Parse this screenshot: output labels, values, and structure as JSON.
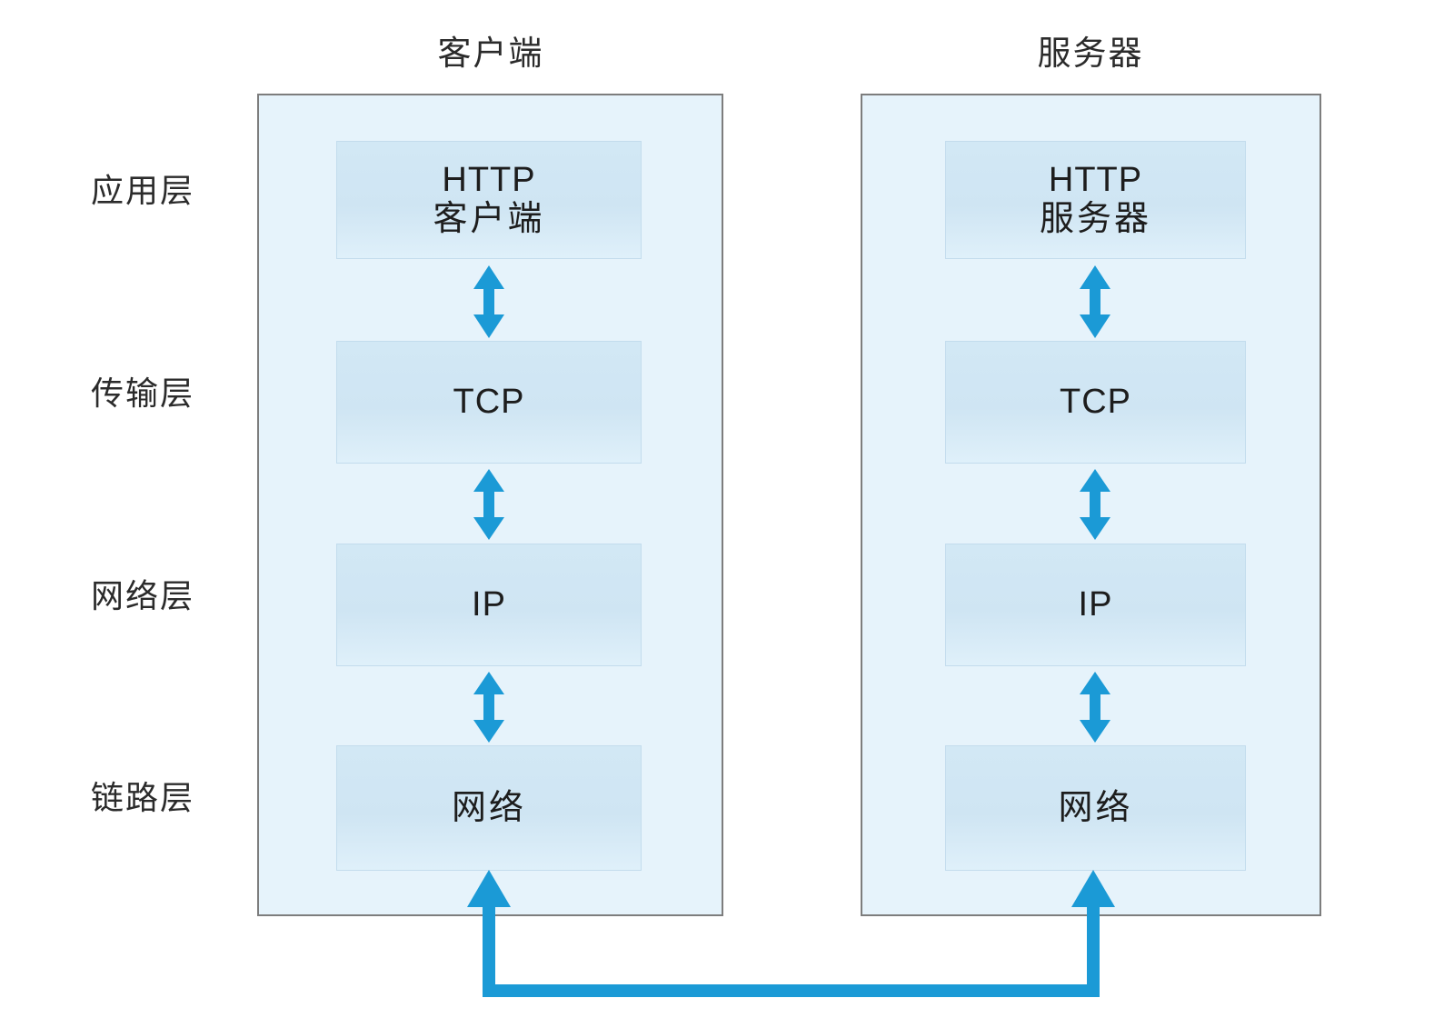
{
  "diagram": {
    "title_client": "客户端",
    "title_server": "服务器",
    "accent_color": "#1b9ad6",
    "box_border_color": "#7d7d7d",
    "host_fill_color": "#e6f3fb",
    "proto_fill_color": "#d2e8f5",
    "shadow_color": "#808080"
  },
  "layers": [
    {
      "label": "应用层"
    },
    {
      "label": "传输层"
    },
    {
      "label": "网络层"
    },
    {
      "label": "链路层"
    }
  ],
  "client_stack": [
    {
      "line1": "HTTP",
      "line2": "客户端"
    },
    {
      "line1": "TCP",
      "line2": ""
    },
    {
      "line1": "IP",
      "line2": ""
    },
    {
      "line1": "网络",
      "line2": ""
    }
  ],
  "server_stack": [
    {
      "line1": "HTTP",
      "line2": "服务器"
    },
    {
      "line1": "TCP",
      "line2": ""
    },
    {
      "line1": "IP",
      "line2": ""
    },
    {
      "line1": "网络",
      "line2": ""
    }
  ],
  "connectors": {
    "client_internal": [
      "app-to-transport",
      "transport-to-network",
      "network-to-link"
    ],
    "server_internal": [
      "app-to-transport",
      "transport-to-network",
      "network-to-link"
    ],
    "physical_link": "client-link-layer-to-server-link-layer"
  }
}
